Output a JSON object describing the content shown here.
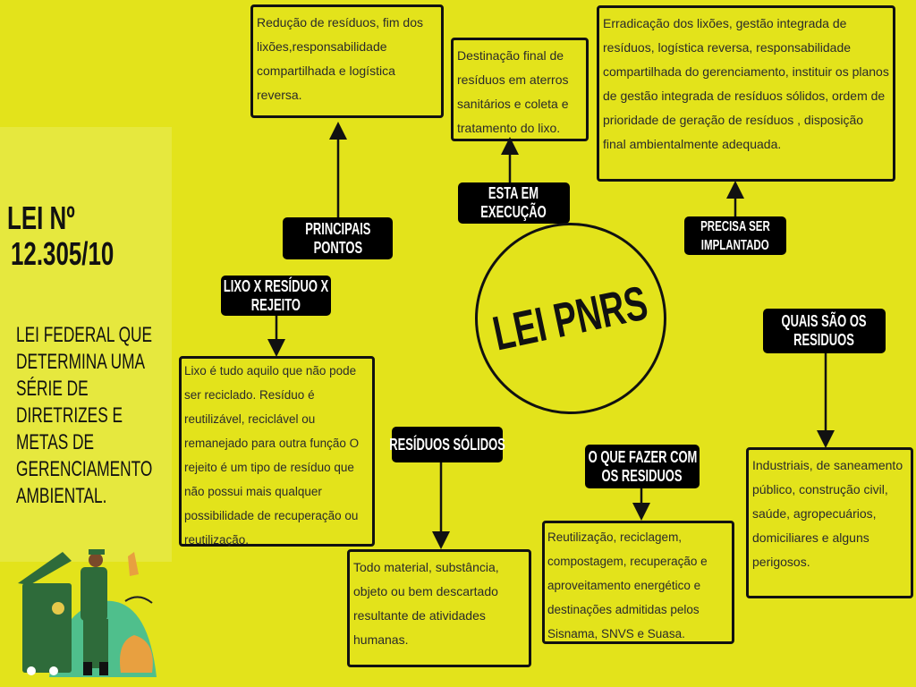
{
  "sidebar": {
    "title_line1": "LEI Nº",
    "title_line2": "12.305/10",
    "description": [
      "LEI FEDERAL QUE",
      "DETERMINA UMA",
      "SÉRIE DE",
      "DIRETRIZES E",
      "METAS DE",
      "GERENCIAMENTO",
      "AMBIENTAL."
    ]
  },
  "center": {
    "title": "LEI PNRS"
  },
  "labels": {
    "principais": [
      "PRINCIPAIS",
      "PONTOS"
    ],
    "execucao": [
      "ESTA EM",
      "EXECUÇÃO"
    ],
    "implantado": [
      "PRECISA SER",
      "IMPLANTADO"
    ],
    "lixo": [
      "LIXO X RESÍDUO X",
      "REJEITO"
    ],
    "solidos": [
      "RESÍDUOS SÓLIDOS"
    ],
    "fazer": [
      "O QUE FAZER COM",
      "OS RESIDUOS"
    ],
    "quais": [
      "QUAIS SÃO OS",
      "RESIDUOS"
    ]
  },
  "boxes": {
    "principais": "Redução de resíduos, fim dos lixões,responsabilidade compartilhada  e logística reversa.",
    "execucao": "Destinação final de resíduos em aterros sanitários e coleta e tratamento do lixo.",
    "implantado": "Erradicação dos lixões, gestão integrada de resíduos, logística reversa, responsabilidade compartilhada do gerenciamento, instituir os planos de gestão integrada de resíduos sólidos, ordem de prioridade de geração de resíduos , disposição final ambientalmente adequada.",
    "lixo": "Lixo é tudo aquilo que  não pode ser reciclado. Resíduo é reutilizável, reciclável ou remanejado para outra função O rejeito é  um tipo de resíduo que não possui mais qualquer possibilidade de recuperação ou reutilização.",
    "solidos": "Todo material, substância, objeto ou bem descartado resultante de atividades humanas.",
    "fazer": "Reutilização, reciclagem, compostagem, recuperação e aproveitamento energético e destinações admitidas pelos Sisnama, SNVS e Suasa.",
    "quais": "Industriais, de saneamento público, construção civil, saúde, agropecuários, domiciliares e alguns perigosos."
  }
}
